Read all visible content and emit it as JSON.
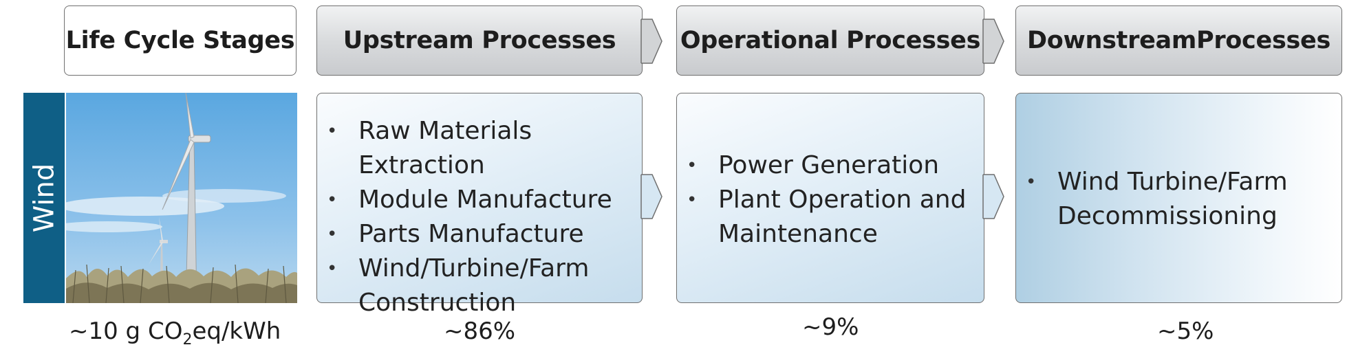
{
  "headers": {
    "stages": "Life Cycle Stages",
    "upstream": "Upstream Processes",
    "operational": "Operational Processes",
    "downstream": "DownstreamProcesses"
  },
  "side_label": "Wind",
  "upstream_items": [
    "Raw Materials Extraction",
    "Module Manufacture",
    "Parts Manufacture",
    "Wind/Turbine/Farm",
    "Construction"
  ],
  "operational_items": [
    "Power Generation",
    "Plant Operation and",
    "Maintenance"
  ],
  "downstream_items": [
    "Wind Turbine/Farm",
    "Decommissioning"
  ],
  "emissions": {
    "prefix": "~10 g CO",
    "subscript": "2",
    "suffix": "eq/kWh"
  },
  "percentages": {
    "upstream": "~86%",
    "operational": "~9%",
    "downstream": "~5%"
  },
  "colors": {
    "side_label": "#0f5f86",
    "header_gradient_top": "#f1f2f3",
    "header_gradient_bottom": "#c9cbce",
    "box_blue": "#c6dded"
  },
  "icons": [
    "wind-turbine-photo",
    "chevron-right-arrow"
  ]
}
